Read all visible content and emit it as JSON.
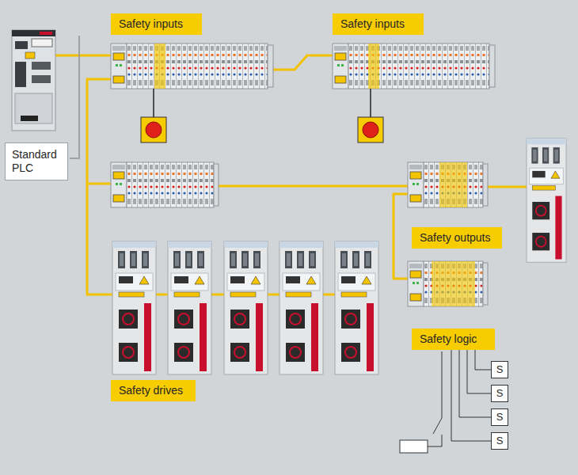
{
  "diagram": {
    "nodes": [
      {
        "text": [
          "Safety inputs"
        ]
      },
      {
        "text": [
          "Safety inputs"
        ]
      },
      {
        "text": [
          "Standard PLC"
        ]
      },
      {
        "text": [
          "Safety outputs"
        ]
      },
      {
        "text": [
          "Safety logic"
        ]
      },
      {
        "text": [
          "Safety drives"
        ]
      },
      {
        "text": [
          "S"
        ]
      },
      {
        "text": [
          "S"
        ]
      },
      {
        "text": [
          "S"
        ]
      },
      {
        "text": [
          "S"
        ]
      }
    ],
    "edges": [
      {
        "from": 4,
        "to": 6,
        "arrow": "none"
      },
      {
        "from": 4,
        "to": 7,
        "arrow": "none"
      },
      {
        "from": 4,
        "to": 8,
        "arrow": "none"
      },
      {
        "from": 4,
        "to": 9,
        "arrow": "none"
      }
    ]
  }
}
